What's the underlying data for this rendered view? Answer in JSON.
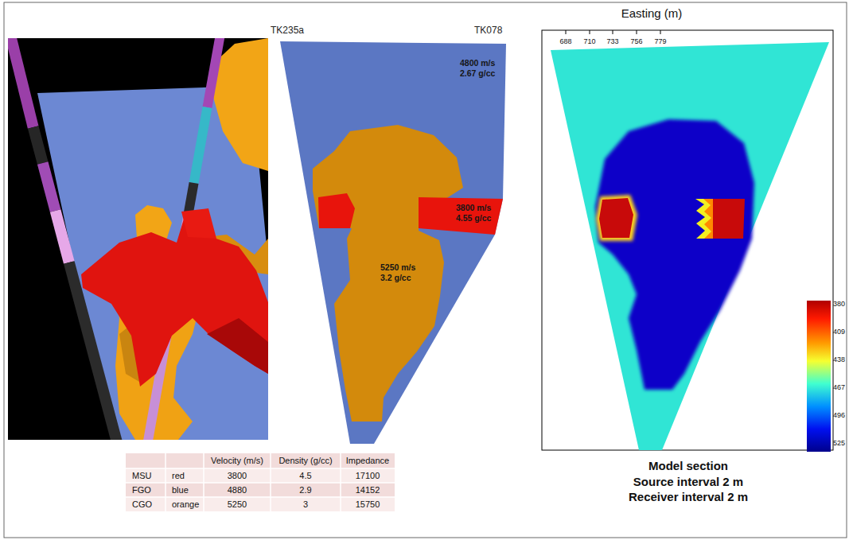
{
  "diagram": {
    "nodes": [
      {
        "text": [
          "4800 m/s 2.67 g/cc"
        ]
      },
      {
        "text": [
          "5250 m/s 3.2 g/cc"
        ],
        "in": 0
      },
      {
        "text": [
          "3800 m/s 4.55 g/cc"
        ],
        "in": 0
      }
    ],
    "labels": [
      "TK235a",
      "TK078",
      "Easting (m)",
      "688",
      "710",
      "733",
      "756",
      "779",
      "380",
      "409",
      "438",
      "467",
      "496",
      "525",
      "Model section",
      "Source interval 2 m",
      "Receiver interval 2 m",
      "Velocity (m/s)",
      "Density (g/cc)",
      "Impedance",
      "MSU",
      "red",
      "3800",
      "4.5",
      "17100",
      "FGO",
      "blue",
      "4880",
      "2.9",
      "14152",
      "CGO",
      "orange",
      "5250",
      "3",
      "15750"
    ]
  }
}
